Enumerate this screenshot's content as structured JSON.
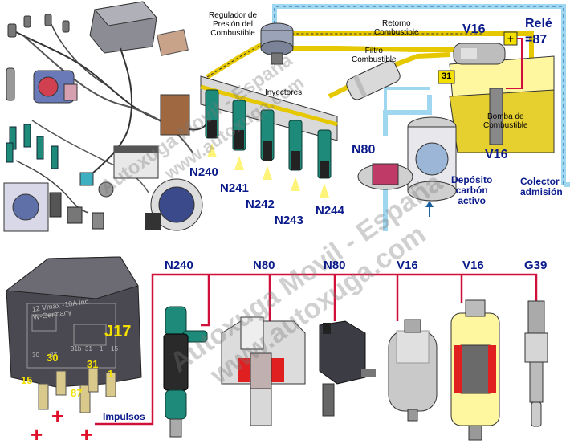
{
  "labels": {
    "regulador": [
      "Regulador de",
      "Presión del",
      "Combustible"
    ],
    "retorno": [
      "Retorno",
      "Combustible"
    ],
    "filtro": [
      "Filtro",
      "Combustible"
    ],
    "inyectores": "Inyectores",
    "bomba": [
      "Bomba de",
      "Combustible"
    ],
    "deposito": [
      "Depósito",
      "carbón",
      "activo"
    ],
    "colector": [
      "Colector",
      "admisión"
    ],
    "rele": [
      "Relé",
      "=87"
    ],
    "v16_top": "V16",
    "v16_mid": "V16",
    "n80_top": "N80",
    "term31": "31",
    "impulsos": "Impulsos",
    "injectors": [
      "N240",
      "N241",
      "N242",
      "N243",
      "N244"
    ]
  },
  "bottom_row": [
    "N240",
    "N80",
    "N80",
    "V16",
    "V16",
    "G39"
  ],
  "relay": {
    "name": "J17",
    "marking": [
      "12 Vmax.-10A Ind.",
      "W-Germany"
    ],
    "pins": [
      "30",
      "15",
      "31",
      "1",
      "87"
    ],
    "pin_labels": [
      "30",
      "87",
      "31b",
      "31",
      "1",
      "15"
    ]
  },
  "watermarks": [
    "Autoxuga Movil - España",
    "www.autoxuga.com",
    "Autoxuga Movil - España",
    "www.autoxuga.com"
  ],
  "colors": {
    "fuel_line": "#e6c800",
    "pipe_blue": "#9fd6f0",
    "wire_red": "#d0103a",
    "injector_green": "#1e8a7a",
    "label_blue": "#0a1a8a"
  }
}
